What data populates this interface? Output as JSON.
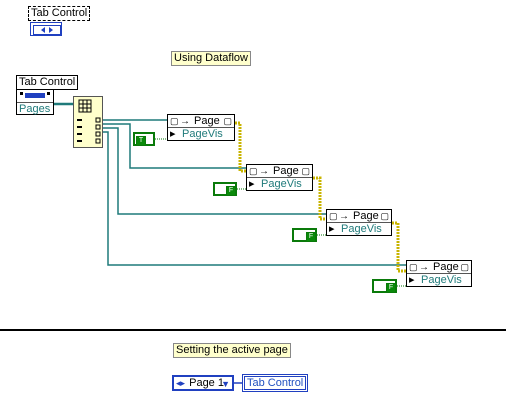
{
  "top_control": {
    "label": "Tab Control"
  },
  "comments": {
    "dataflow": "Using Dataflow",
    "active_page": "Setting the active page"
  },
  "tab_terminal": {
    "label": "Tab Control",
    "property": "Pages"
  },
  "property_nodes": [
    {
      "class": "Page",
      "property": "PageVis",
      "constant": "T"
    },
    {
      "class": "Page",
      "property": "PageVis",
      "constant": "F"
    },
    {
      "class": "Page",
      "property": "PageVis",
      "constant": "F"
    },
    {
      "class": "Page",
      "property": "PageVis",
      "constant": "F"
    }
  ],
  "bottom": {
    "ring_value": "Page 1",
    "terminal_label": "Tab Control"
  },
  "colors": {
    "reference_wire": "#1f7a7a",
    "error_wire": "#c8b400",
    "boolean": "#0a7a0a",
    "enum": "#2040c0"
  }
}
